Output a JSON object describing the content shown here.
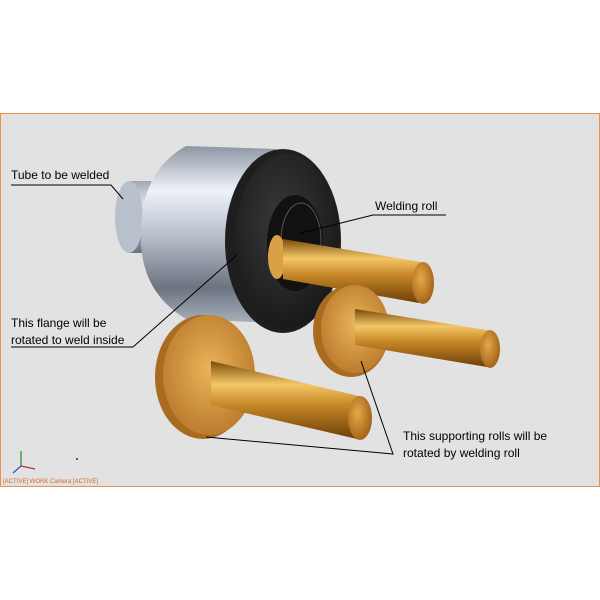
{
  "colors": {
    "viewport_background": "#e2e2e2",
    "viewport_border": "#e8914a",
    "copper_light": "#f0c060",
    "copper_dark": "#9a5a10",
    "steel_light": "#eef2f8",
    "steel_dark": "#5d6470",
    "flange": "#262626"
  },
  "icons": {
    "axis_triad": "xyz-axis-triad-icon"
  },
  "labels": {
    "tube": "Tube to be welded",
    "welding_roll": "Welding roll",
    "flange_line1": "This flange will be",
    "flange_line2": "rotated to weld inside",
    "supporting_line1": "This supporting rolls will be",
    "supporting_line2": "rotated by welding roll"
  },
  "viewport": {
    "camera_label": "[ACTIVE] WORK Camera [ACTIVE]"
  }
}
